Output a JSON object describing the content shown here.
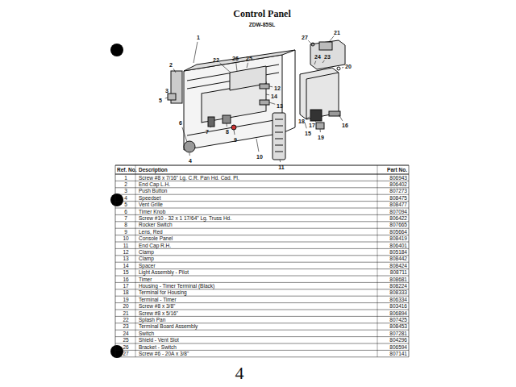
{
  "diagram": {
    "title": "Control Panel",
    "labels": [
      "ZDW-85SL",
      "1",
      "2",
      "3",
      "4",
      "5",
      "6",
      "7",
      "8",
      "9",
      "10",
      "11",
      "12",
      "13",
      "14",
      "15",
      "16",
      "17",
      "18",
      "19",
      "20",
      "21",
      "22",
      "23",
      "24",
      "25",
      "26",
      "27",
      "Ref. No.",
      "Description",
      "Part No.",
      "1",
      "Screw #8 x 7/16\" Lg. C.R. Pan Hd. Cad. Pl.",
      "806943",
      "2",
      "End Cap L.H.",
      "806402",
      "3",
      "Push Button",
      "807273",
      "4",
      "Speedset",
      "808475",
      "5",
      "Vent Grille",
      "808477",
      "6",
      "Timer Knob",
      "807094",
      "7",
      "Screw #10 - 32 x 1 17/64\" Lg. Truss Hd.",
      "806422",
      "8",
      "Rocker Switch",
      "807665",
      "9",
      "Lens, Red",
      "805664",
      "10",
      "Console Panel",
      "808419",
      "11",
      "End Cap R.H.",
      "806401",
      "12",
      "Clamp",
      "805184",
      "13",
      "Clamp",
      "808442",
      "14",
      "Spacer",
      "808424",
      "15",
      "Light Assembly - Pilot",
      "808711",
      "16",
      "Timer",
      "808681",
      "17",
      "Housing - Timer Terminal (Black)",
      "808224",
      "18",
      "Terminal for Housing",
      "808333",
      "19",
      "Terminal - Timer",
      "806334",
      "20",
      "Screw #8 x 3/8\"",
      "803416",
      "21",
      "Screw #8 x 5/16\"",
      "806894",
      "22",
      "Splash Pan",
      "807425",
      "23",
      "Terminal Board Assembly",
      "808453",
      "24",
      "Switch",
      "807281",
      "25",
      "Shield - Vent Slot",
      "804296",
      "26",
      "Bracket - Switch",
      "806594",
      "27",
      "Screw #6 - 20A x 3/8\"",
      "807141",
      "4"
    ]
  }
}
